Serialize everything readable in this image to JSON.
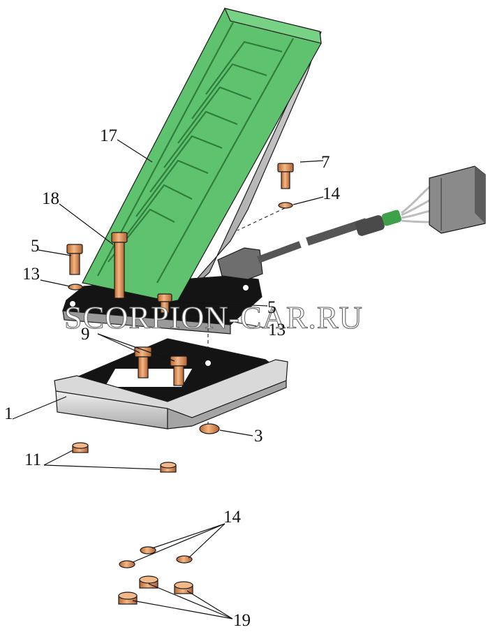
{
  "watermark": "SCORPION-CAR.RU",
  "callouts": {
    "c1": "1",
    "c3": "3",
    "c5a": "5",
    "c5b": "5",
    "c7": "7",
    "c9": "9",
    "c11": "11",
    "c13a": "13",
    "c13b": "13",
    "c14a": "14",
    "c14b": "14",
    "c17": "17",
    "c18": "18",
    "c19": "19"
  },
  "colors": {
    "pedal_green": "#5fc26e",
    "pedal_dark": "#3f9a4f",
    "hardware_copper": "#e9a06a",
    "base_gray": "#c9c9c9",
    "bracket_black": "#141414",
    "cable_gray": "#555555",
    "cable_band": "#3fa04a"
  }
}
